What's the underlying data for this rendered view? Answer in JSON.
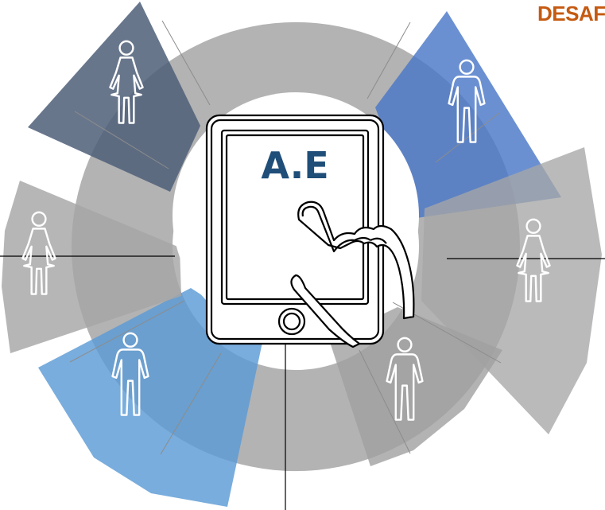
{
  "header": {
    "title": "DESAF",
    "title_color": "#c55a11"
  },
  "center": {
    "label": "A.E",
    "label_color": "#1f4e79",
    "icon": "tablet-touch-icon"
  },
  "ring": {
    "color": "#b3b3b3"
  },
  "segments": [
    {
      "id": "top-left",
      "color": "#4d5e78",
      "icon": "female-person-icon"
    },
    {
      "id": "top-right",
      "color": "#4a78c8",
      "icon": "male-person-icon"
    },
    {
      "id": "right",
      "color": "#a6a6a6",
      "icon": "female-person-icon"
    },
    {
      "id": "bottom-right",
      "color": "#a0a0a0",
      "icon": "male-person-icon"
    },
    {
      "id": "bottom-left",
      "color": "#5b9bd5",
      "icon": "male-person-icon"
    },
    {
      "id": "left",
      "color": "#a6a6a6",
      "icon": "female-person-icon"
    }
  ]
}
